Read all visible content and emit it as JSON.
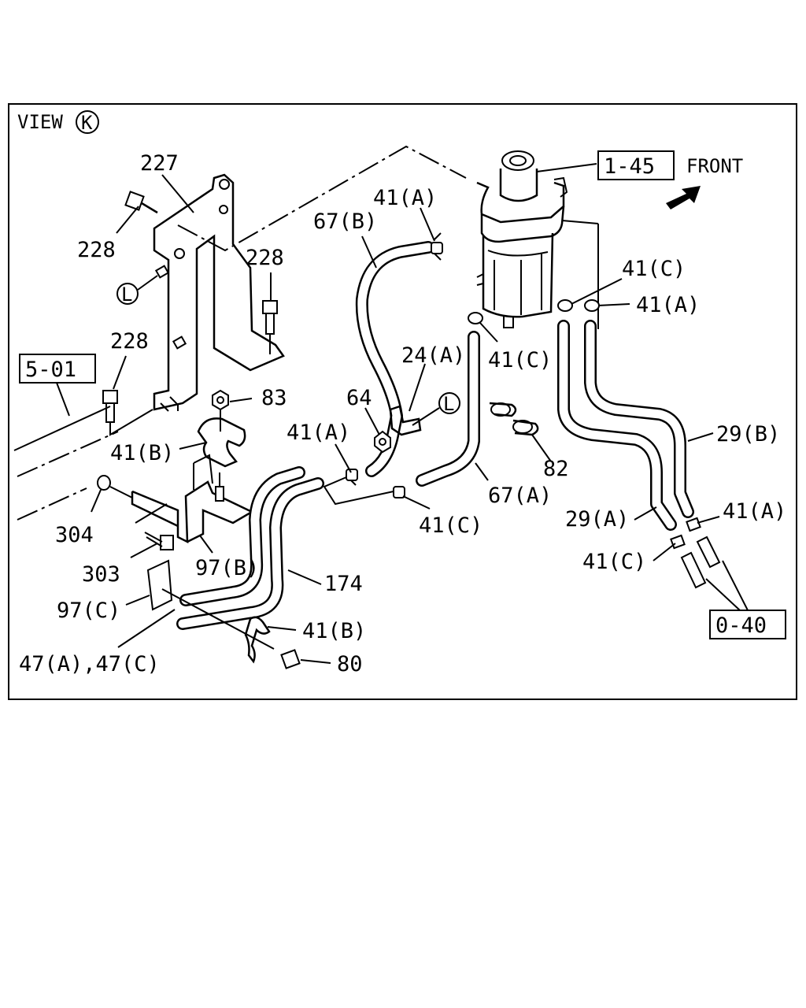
{
  "view": {
    "prefix": "VIEW",
    "letter": "K"
  },
  "front_label": "FRONT",
  "refs": {
    "r1": "1-45",
    "r2": "5-01",
    "r3": "0-40"
  },
  "circle_markers": {
    "left": "L",
    "right": "L"
  },
  "callouts": {
    "c227": "227",
    "c228a": "228",
    "c228b": "228",
    "c228c": "228",
    "c83": "83",
    "c41b_a": "41(B)",
    "c304": "304",
    "c303": "303",
    "c97b": "97(B)",
    "c97c": "97(C)",
    "c47": "47(A),47(C)",
    "c80": "80",
    "c41b_b": "41(B)",
    "c174": "174",
    "c67b": "67(B)",
    "c41a_top": "41(A)",
    "c64": "64",
    "c24a": "24(A)",
    "c41a_mid": "41(A)",
    "c41c_mid": "41(C)",
    "c67a": "67(A)",
    "c41c_filter": "41(C)",
    "c82": "82",
    "c41c_right": "41(C)",
    "c41a_right": "41(A)",
    "c29b": "29(B)",
    "c29a": "29(A)",
    "c41a_low": "41(A)",
    "c41c_low": "41(C)"
  }
}
